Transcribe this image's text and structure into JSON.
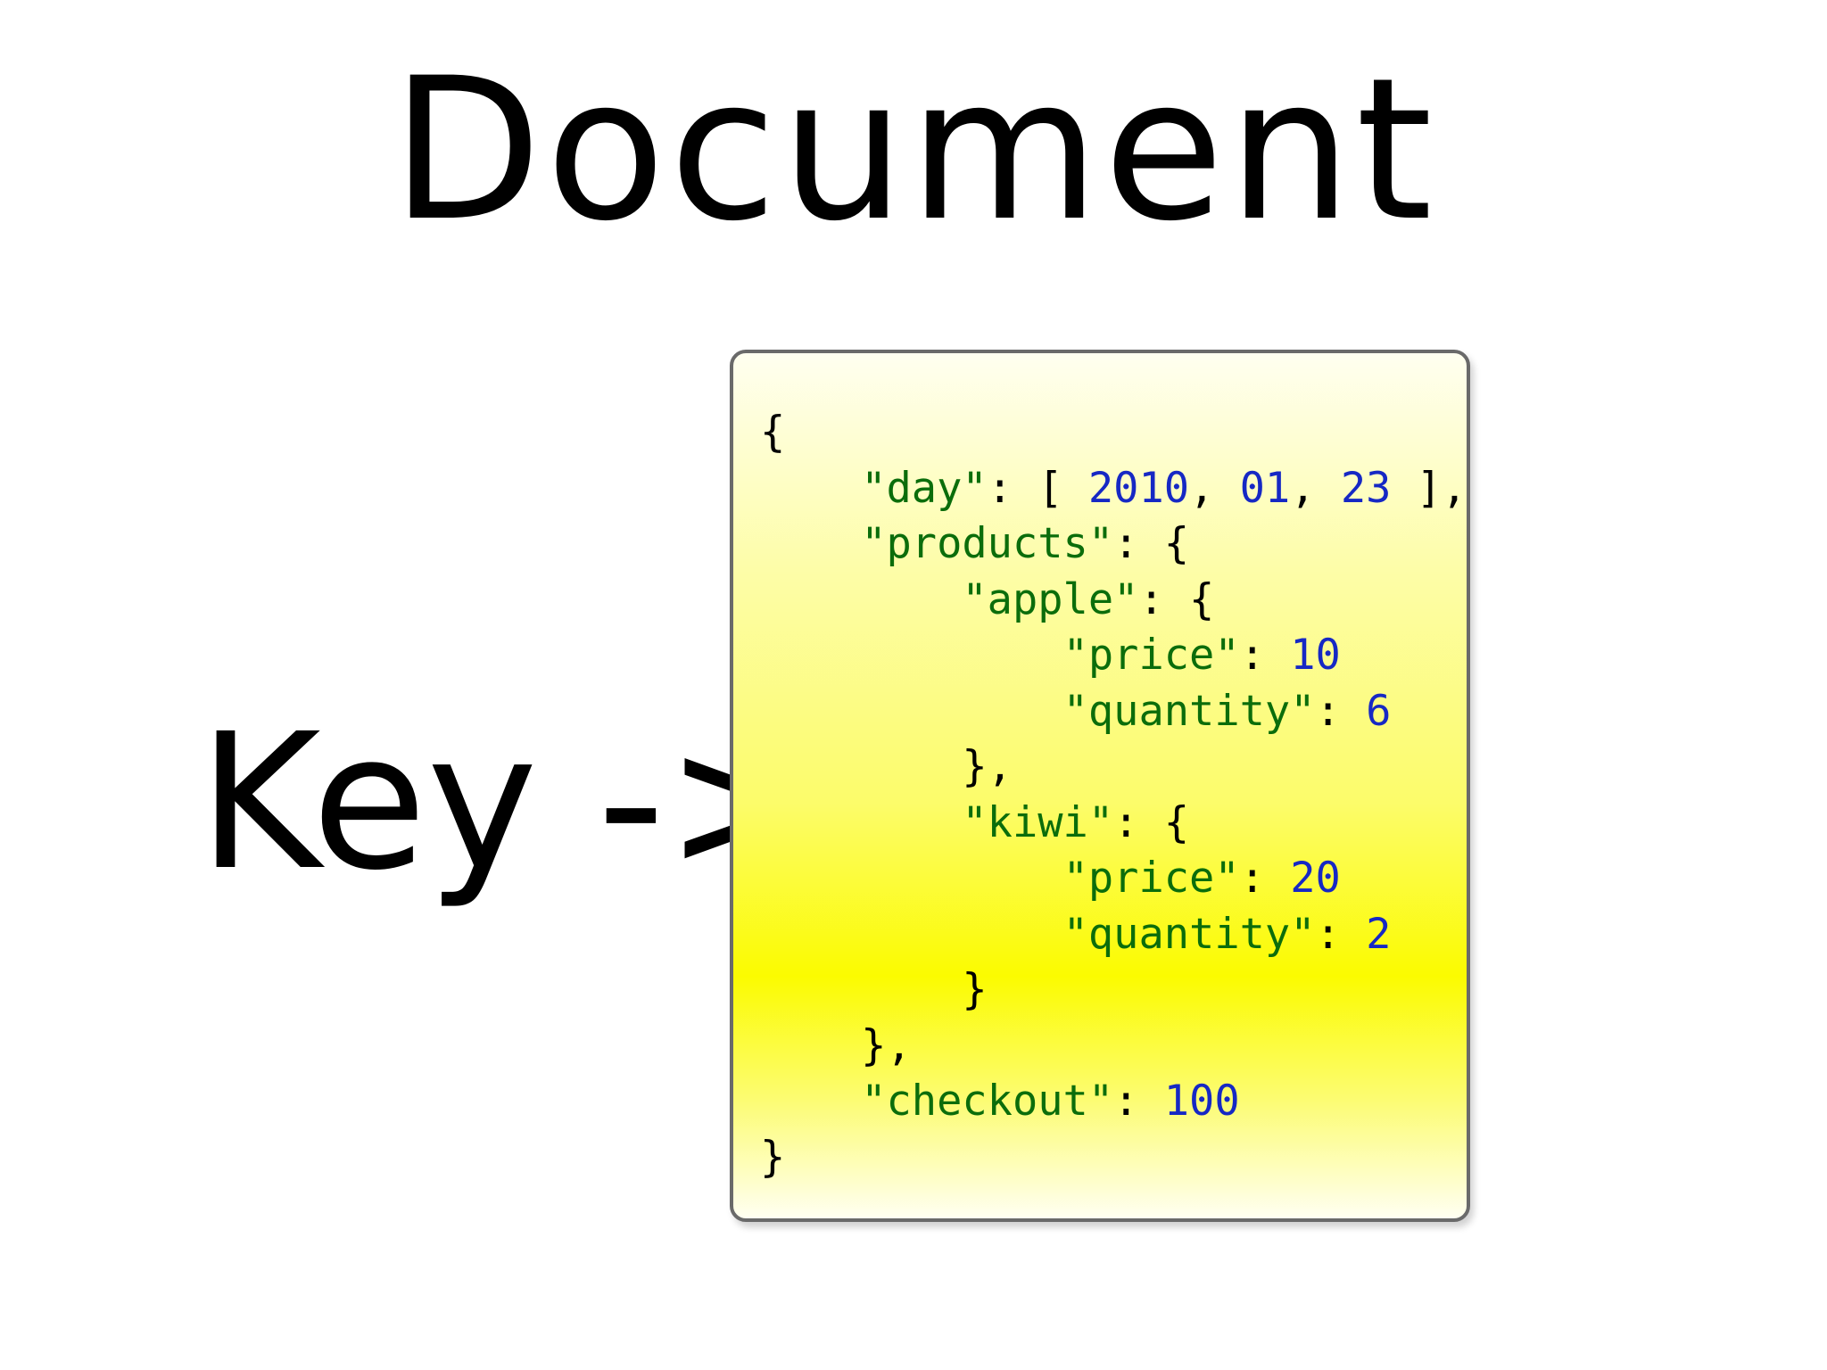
{
  "title": "Document",
  "side_label": "Key ->",
  "code_lines": [
    [
      {
        "t": "p",
        "v": "{"
      }
    ],
    [
      {
        "t": "p",
        "v": "    "
      },
      {
        "t": "k",
        "v": "\"day\""
      },
      {
        "t": "p",
        "v": ": [ "
      },
      {
        "t": "n",
        "v": "2010"
      },
      {
        "t": "p",
        "v": ", "
      },
      {
        "t": "n",
        "v": "01"
      },
      {
        "t": "p",
        "v": ", "
      },
      {
        "t": "n",
        "v": "23"
      },
      {
        "t": "p",
        "v": " ],"
      }
    ],
    [
      {
        "t": "p",
        "v": "    "
      },
      {
        "t": "k",
        "v": "\"products\""
      },
      {
        "t": "p",
        "v": ": {"
      }
    ],
    [
      {
        "t": "p",
        "v": "        "
      },
      {
        "t": "k",
        "v": "\"apple\""
      },
      {
        "t": "p",
        "v": ": {"
      }
    ],
    [
      {
        "t": "p",
        "v": "            "
      },
      {
        "t": "k",
        "v": "\"price\""
      },
      {
        "t": "p",
        "v": ": "
      },
      {
        "t": "n",
        "v": "10"
      }
    ],
    [
      {
        "t": "p",
        "v": "            "
      },
      {
        "t": "k",
        "v": "\"quantity\""
      },
      {
        "t": "p",
        "v": ": "
      },
      {
        "t": "n",
        "v": "6"
      }
    ],
    [
      {
        "t": "p",
        "v": "        },"
      }
    ],
    [
      {
        "t": "p",
        "v": "        "
      },
      {
        "t": "k",
        "v": "\"kiwi\""
      },
      {
        "t": "p",
        "v": ": {"
      }
    ],
    [
      {
        "t": "p",
        "v": "            "
      },
      {
        "t": "k",
        "v": "\"price\""
      },
      {
        "t": "p",
        "v": ": "
      },
      {
        "t": "n",
        "v": "20"
      }
    ],
    [
      {
        "t": "p",
        "v": "            "
      },
      {
        "t": "k",
        "v": "\"quantity\""
      },
      {
        "t": "p",
        "v": ": "
      },
      {
        "t": "n",
        "v": "2"
      }
    ],
    [
      {
        "t": "p",
        "v": "        }"
      }
    ],
    [
      {
        "t": "p",
        "v": "    },"
      }
    ],
    [
      {
        "t": "p",
        "v": "    "
      },
      {
        "t": "k",
        "v": "\"checkout\""
      },
      {
        "t": "p",
        "v": ": "
      },
      {
        "t": "n",
        "v": "100"
      }
    ],
    [
      {
        "t": "p",
        "v": "}"
      }
    ]
  ],
  "colors": {
    "key_string": "#0b6d0b",
    "number": "#1628c4",
    "punctuation": "#000000",
    "box_fill": "#fbfb00",
    "box_border": "#6a6a6a"
  }
}
